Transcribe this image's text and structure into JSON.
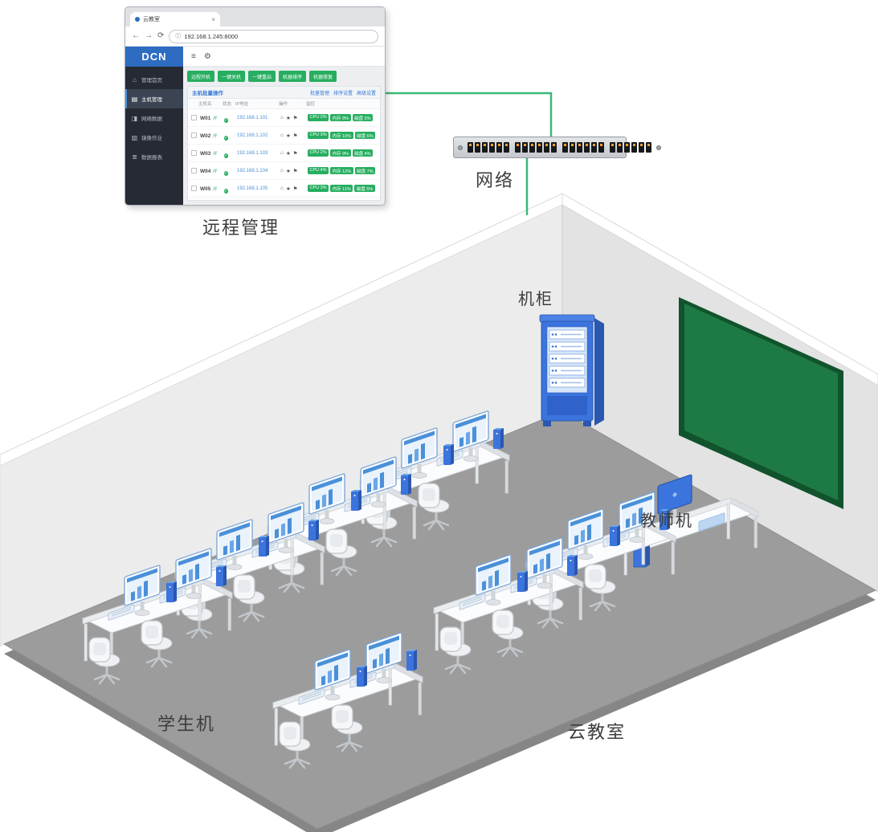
{
  "labels": {
    "remote_management": "远程管理",
    "network": "网络",
    "cabinet": "机柜",
    "teacher": "教师机",
    "students": "学生机",
    "classroom": "云教室"
  },
  "browser": {
    "tab_title": "云教室",
    "tab_close": "×",
    "nav": {
      "back": "←",
      "forward": "→",
      "refresh": "⟳",
      "info": "ⓘ",
      "url": "192.168.1.245:8000"
    },
    "header": {
      "logo": "DCN",
      "menu": "≡",
      "gear": "⚙"
    },
    "sidebar": {
      "items": [
        {
          "icon": "⌂",
          "label": "管理首页"
        },
        {
          "icon": "▤",
          "label": "主机管理"
        },
        {
          "icon": "◨",
          "label": "网络数据"
        },
        {
          "icon": "▥",
          "label": "镜像作业"
        },
        {
          "icon": "≣",
          "label": "数据报表"
        }
      ]
    },
    "toolbar": {
      "buttons": [
        {
          "label": "远程开机"
        },
        {
          "label": "一键关机"
        },
        {
          "label": "一键重启"
        },
        {
          "label": "机器排序"
        },
        {
          "label": "机器修复"
        }
      ]
    },
    "panel": {
      "title": "主机批量操作",
      "links": [
        {
          "label": "批量管理"
        },
        {
          "label": "排序设置"
        },
        {
          "label": "高级设置"
        }
      ]
    },
    "table": {
      "headers": [
        "主机名",
        "状态",
        "IP地址",
        "操作",
        "监控"
      ],
      "status_glyph": "✓",
      "row_icons": [
        {
          "name": "home-icon",
          "glyph": "⌂"
        },
        {
          "name": "star-icon",
          "glyph": "★"
        },
        {
          "name": "flag-icon",
          "glyph": "⚑"
        }
      ],
      "rows": [
        {
          "name": "W01",
          "tag": "开",
          "ip": "192.168.1.101",
          "badges": [
            "CPU 2%",
            "内存 8%",
            "磁盘 5%"
          ]
        },
        {
          "name": "W02",
          "tag": "开",
          "ip": "192.168.1.102",
          "badges": [
            "CPU 3%",
            "内存 10%",
            "磁盘 6%"
          ]
        },
        {
          "name": "W03",
          "tag": "开",
          "ip": "192.168.1.103",
          "badges": [
            "CPU 2%",
            "内存 9%",
            "磁盘 4%"
          ]
        },
        {
          "name": "W04",
          "tag": "开",
          "ip": "192.168.1.104",
          "badges": [
            "CPU 4%",
            "内存 12%",
            "磁盘 7%"
          ]
        },
        {
          "name": "W05",
          "tag": "开",
          "ip": "192.168.1.105",
          "badges": [
            "CPU 3%",
            "内存 11%",
            "磁盘 5%"
          ]
        }
      ]
    }
  },
  "colors": {
    "cable_green": "#3cb878",
    "device_blue": "#3b74dd",
    "board_green": "#1e7a44",
    "floor_gray": "#9c9c9c"
  }
}
